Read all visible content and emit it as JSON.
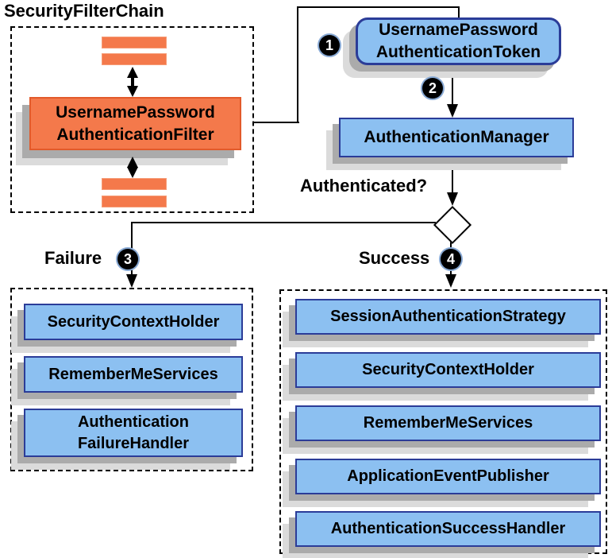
{
  "colors": {
    "box_blue_fill": "#8CC0F1",
    "box_blue_border": "#2B3C98",
    "box_orange_fill": "#F4794B",
    "box_orange_border": "#E25A2A",
    "shadow_dark": "#ABABAB",
    "shadow_light": "#DBDBDB",
    "line_black": "#000000"
  },
  "security_filter_chain": {
    "title": "SecurityFilterChain",
    "filter_label": "UsernamePassword\nAuthenticationFilter"
  },
  "flow": {
    "token_label": "UsernamePassword\nAuthenticationToken",
    "manager_label": "AuthenticationManager",
    "decision_label": "Authenticated?",
    "failure_label": "Failure",
    "success_label": "Success",
    "step1": "1",
    "step2": "2",
    "step3": "3",
    "step4": "4"
  },
  "failure_handlers": {
    "items": [
      "SecurityContextHolder",
      "RememberMeServices",
      "Authentication\nFailureHandler"
    ]
  },
  "success_handlers": {
    "items": [
      "SessionAuthenticationStrategy",
      "SecurityContextHolder",
      "RememberMeServices",
      "ApplicationEventPublisher",
      "AuthenticationSuccessHandler"
    ]
  }
}
